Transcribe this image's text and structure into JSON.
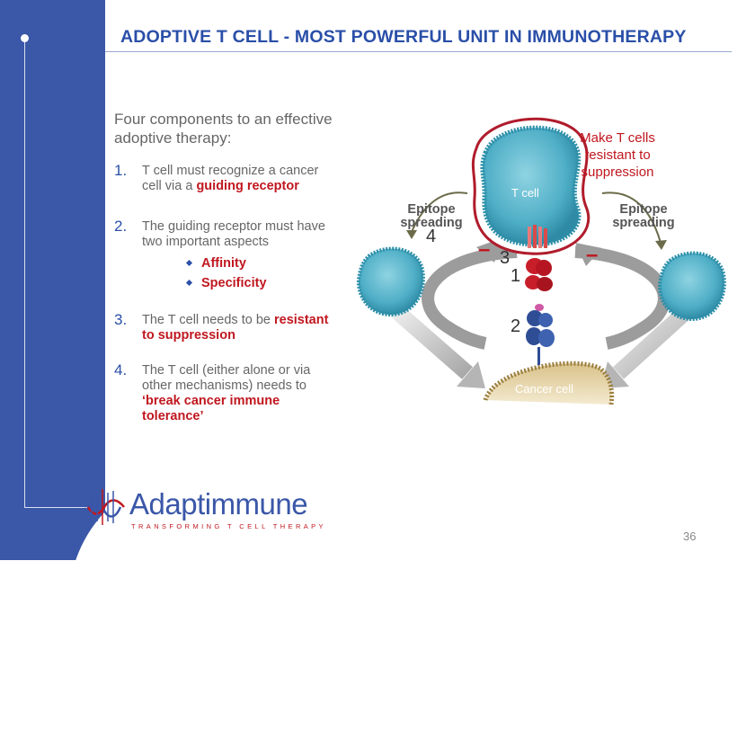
{
  "slide": {
    "title": "ADOPTIVE T CELL  -  MOST POWERFUL UNIT IN IMMUNOTHERAPY",
    "intro": "Four components to an effective adoptive therapy:",
    "steps": [
      {
        "number": "1.",
        "text": "T cell must recognize a cancer cell via a ",
        "emphasis": "guiding receptor"
      },
      {
        "number": "2.",
        "text": "The guiding receptor must have two important aspects",
        "bullets": [
          "Affinity",
          "Specificity"
        ]
      },
      {
        "number": "3.",
        "text": "The T cell needs to be ",
        "emphasis": "resistant to suppression"
      },
      {
        "number": "4.",
        "text": "The T cell (either alone or via other mechanisms) needs to ",
        "emphasis": "‘break cancer immune tolerance’"
      }
    ],
    "page_number": "36"
  },
  "diagram": {
    "make_resistant_label": "Make T cells resistant to suppression",
    "t_cell_label": "T cell",
    "cancer_cell_label": "Cancer  cell",
    "epitope_left": "Epitope spreading",
    "epitope_right": "Epitope spreading",
    "markers": [
      "1",
      "2",
      "3",
      "4"
    ],
    "minus_sign": "–"
  },
  "logo": {
    "name": "Adaptimmune",
    "tagline": "TRANSFORMING T CELL THERAPY"
  },
  "colors": {
    "brand_blue": "#3a57a8",
    "accent_red": "#c0171f",
    "cell_teal": "#5bb8cc"
  }
}
